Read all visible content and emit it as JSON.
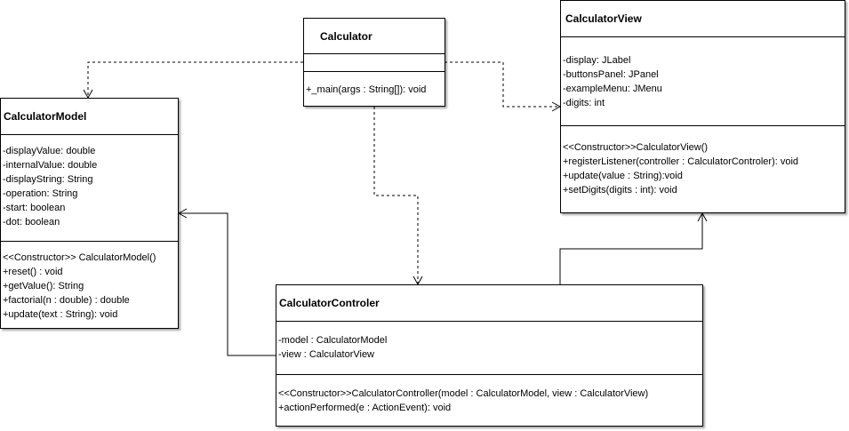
{
  "diagram": {
    "classes": {
      "calculator": {
        "name": "Calculator",
        "attributes": [],
        "methods": [
          "+_main(args : String[]): void"
        ]
      },
      "calculator_view": {
        "name": "CalculatorView",
        "attributes": [
          "-display: JLabel",
          "-buttonsPanel: JPanel",
          "-exampleMenu: JMenu",
          "-digits: int"
        ],
        "methods": [
          "<<Constructor>>CalculatorView()",
          "+registerListener(controller : CalculatorControler): void",
          "+update(value : String):void",
          "+setDigits(digits : int): void"
        ]
      },
      "calculator_model": {
        "name": "CalculatorModel",
        "attributes": [
          "-displayValue: double",
          "-internalValue: double",
          "-displayString: String",
          "-operation: String",
          "-start: boolean",
          "-dot: boolean"
        ],
        "methods": [
          "<<Constructor>> CalculatorModel()",
          "+reset() : void",
          "+getValue(): String",
          "+factorial(n : double) : double",
          "+update(text : String): void"
        ]
      },
      "calculator_controler": {
        "name": "CalculatorControler",
        "attributes": [
          "-model : CalculatorModel",
          "-view : CalculatorView"
        ],
        "methods": [
          "<<Constructor>>CalculatorController(model : CalculatorModel, view : CalculatorView)",
          "+actionPerformed(e : ActionEvent): void"
        ]
      }
    },
    "relationships": [
      {
        "from": "Calculator",
        "to": "CalculatorModel",
        "type": "dependency"
      },
      {
        "from": "Calculator",
        "to": "CalculatorView",
        "type": "dependency"
      },
      {
        "from": "Calculator",
        "to": "CalculatorControler",
        "type": "dependency"
      },
      {
        "from": "CalculatorControler",
        "to": "CalculatorModel",
        "type": "association"
      },
      {
        "from": "CalculatorControler",
        "to": "CalculatorView",
        "type": "association"
      }
    ],
    "colors": {
      "line": "#000000",
      "background": "#ffffff"
    }
  }
}
